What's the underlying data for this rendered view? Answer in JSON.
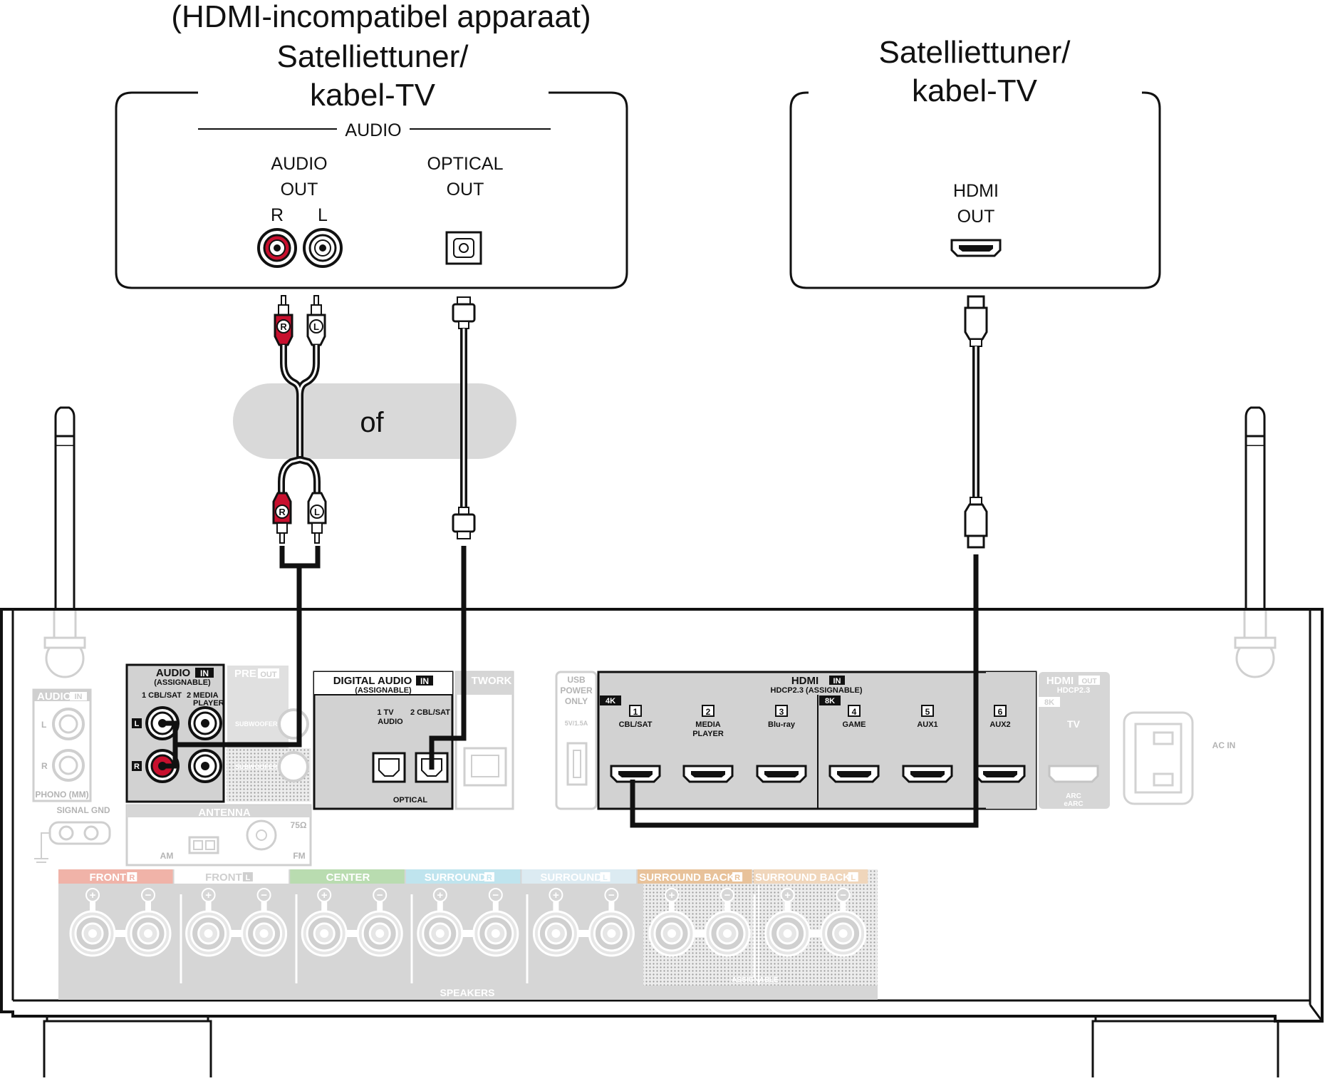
{
  "left_device": {
    "note": "(HDMI-incompatibel apparaat)",
    "title_line1": "Satelliettuner/",
    "title_line2": "kabel-TV",
    "section_label": "AUDIO",
    "audio_out_line1": "AUDIO",
    "audio_out_line2": "OUT",
    "r_label": "R",
    "l_label": "L",
    "optical_line1": "OPTICAL",
    "optical_line2": "OUT"
  },
  "right_device": {
    "title_line1": "Satelliettuner/",
    "title_line2": "kabel-TV",
    "hdmi_line1": "HDMI",
    "hdmi_line2": "OUT"
  },
  "or_label": "of",
  "plug_r": "R",
  "plug_l": "L",
  "receiver": {
    "audio_in": {
      "title": "AUDIO",
      "badge": "IN",
      "sub": "(ASSIGNABLE)",
      "in1": "1 CBL/SAT",
      "in2_line1": "2 MEDIA",
      "in2_line2": "PLAYER",
      "l": "L",
      "r": "R"
    },
    "pre_out": {
      "title": "PRE",
      "badge": "OUT",
      "sub1": "SUBWOOFER 1",
      "sub2": "SUBWOOFER 2"
    },
    "phono": {
      "title": "AUDIO",
      "badge": "IN",
      "l": "L",
      "r": "R",
      "footer": "PHONO (MM)"
    },
    "signal_gnd": "SIGNAL GND",
    "antenna": {
      "title": "ANTENNA",
      "am": "AM",
      "fm": "FM",
      "ohm": "75Ω"
    },
    "digital_audio": {
      "title": "DIGITAL AUDIO",
      "badge": "IN",
      "sub": "(ASSIGNABLE)",
      "in1_line1": "1   TV",
      "in1_line2": "AUDIO",
      "in2": "2 CBL/SAT",
      "footer": "OPTICAL"
    },
    "network": "TWORK",
    "usb": {
      "line1": "USB",
      "line2": "POWER",
      "line3": "ONLY",
      "rating": "5V/1.5A"
    },
    "hdmi_in": {
      "title": "HDMI",
      "badge": "IN",
      "sub": "HDCP2.3  (ASSIGNABLE)",
      "tag_4k": "4K",
      "tag_8k": "8K",
      "ports": [
        {
          "num": "1",
          "line1": "CBL/SAT",
          "line2": ""
        },
        {
          "num": "2",
          "line1": "MEDIA",
          "line2": "PLAYER"
        },
        {
          "num": "3",
          "line1": "Blu-ray",
          "line2": ""
        },
        {
          "num": "4",
          "line1": "GAME",
          "line2": ""
        },
        {
          "num": "5",
          "line1": "AUX1",
          "line2": ""
        },
        {
          "num": "6",
          "line1": "AUX2",
          "line2": ""
        }
      ]
    },
    "hdmi_out": {
      "title": "HDMI",
      "badge": "OUT",
      "sub": "HDCP2.3",
      "tag": "8K",
      "tv": "TV",
      "arc1": "ARC",
      "arc2": "eARC"
    },
    "ac_in": "AC IN",
    "speakers": {
      "footer": "SPEAKERS",
      "assignable": "ASSIGNABLE",
      "plus": "+",
      "minus": "−",
      "groups": [
        {
          "label": "FRONT",
          "badge": "R",
          "color": "#f0b3a8"
        },
        {
          "label": "FRONT",
          "badge": "L",
          "color": "#ffffff"
        },
        {
          "label": "CENTER",
          "badge": "",
          "color": "#b9dcb0"
        },
        {
          "label": "SURROUND",
          "badge": "R",
          "color": "#bfe4ee"
        },
        {
          "label": "SURROUND",
          "badge": "L",
          "color": "#dcebf2"
        },
        {
          "label": "SURROUND BACK",
          "badge": "R",
          "color": "#e8c29a"
        },
        {
          "label": "SURROUND BACK",
          "badge": "L",
          "color": "#f0d6bb"
        }
      ]
    }
  },
  "colors": {
    "red_plug": "#c8102e",
    "receiver_grey": "#d6d6d6",
    "highlight_panel": "#d2d2d2",
    "or_pill": "#d9d9d9"
  }
}
